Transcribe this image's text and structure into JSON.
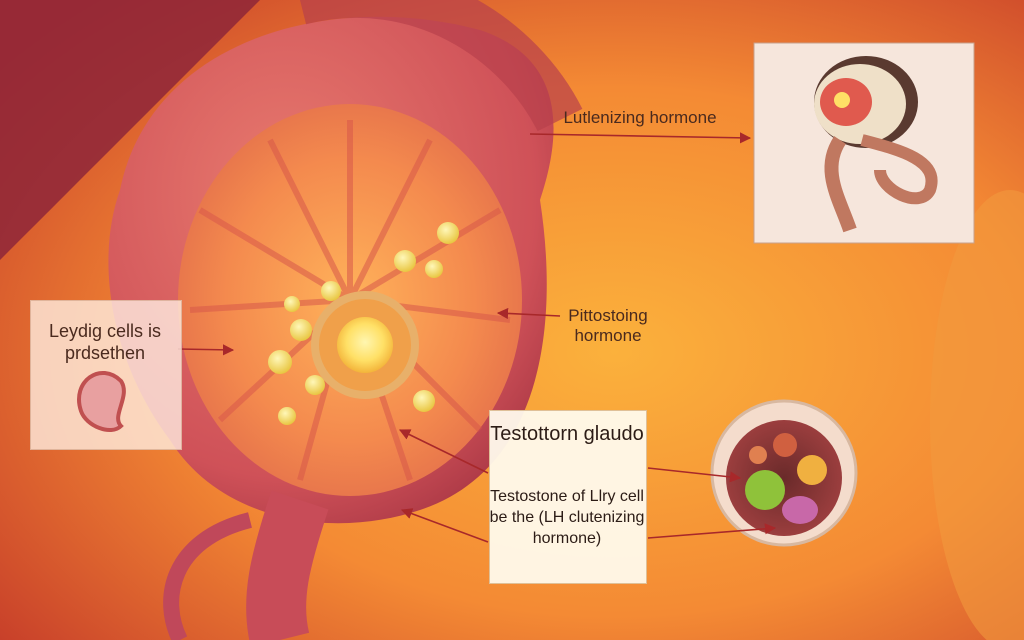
{
  "labels": {
    "lh": "Lutlenizing hormone",
    "fsh": "Pittostoing hormone",
    "leydig": "Leydig cells is prdsethen",
    "gland_title": "Testottorn glaudo",
    "gland_body": "Testostone of Llry cell be the (LH clutenizing hormone)"
  },
  "colors": {
    "background_center": "#f7a23a",
    "background_edge": "#c8402a",
    "organ_wall": "#d9605c",
    "organ_inner": "#f28a4c",
    "arrow": "#a8282a",
    "nucleus": "#ffe066"
  }
}
